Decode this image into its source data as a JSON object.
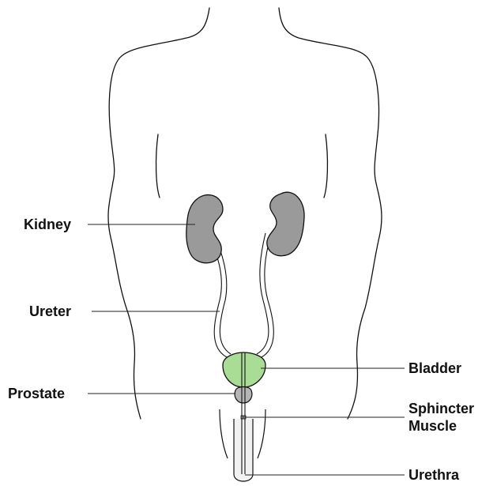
{
  "labels": {
    "kidney": "Kidney",
    "ureter": "Ureter",
    "prostate": "Prostate",
    "bladder": "Bladder",
    "sphincter_line1": "Sphincter",
    "sphincter_line2": "Muscle",
    "urethra": "Urethra"
  },
  "colors": {
    "outline": "#111111",
    "kidney_fill": "#9a9a9a",
    "bladder_fill": "#a9dc94",
    "prostate_fill": "#b5b5b5",
    "tube_fill": "#f2f2f2",
    "leader": "#222222"
  }
}
